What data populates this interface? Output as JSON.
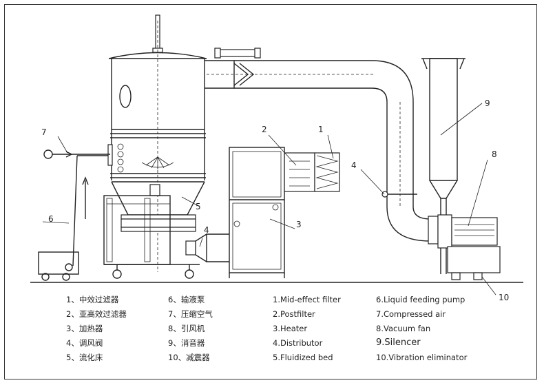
{
  "callouts": [
    "1",
    "2",
    "3",
    "4",
    "4",
    "5",
    "6",
    "7",
    "8",
    "9",
    "10"
  ],
  "legend": {
    "col1": [
      "1、中效过滤器",
      "2、亚高效过滤器",
      "3、加热器",
      "4、调风阀",
      "5、流化床"
    ],
    "col2": [
      "6、输液泵",
      "7、压缩空气",
      "8、引风机",
      "9、消音器",
      "10、减震器"
    ],
    "col3": [
      "1.Mid-effect filter",
      "2.Postfilter",
      "3.Heater",
      "4.Distributor",
      "5.Fluidized bed"
    ],
    "col4": [
      "6.Liquid feeding pump",
      "7.Compressed air",
      "8.Vacuum fan",
      "9.Silencer",
      "10.Vibration eliminator"
    ]
  }
}
